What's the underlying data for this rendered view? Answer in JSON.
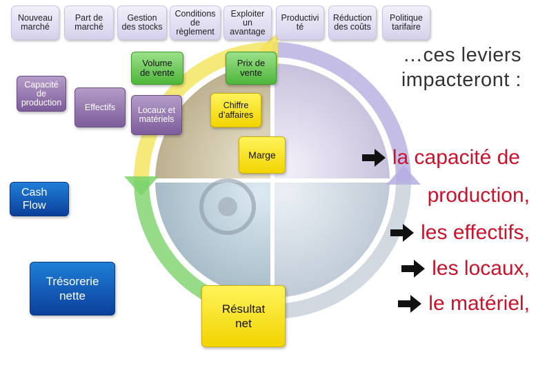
{
  "top_levers": [
    "Nouveau\nmarché",
    "Part de\nmarché",
    "Gestion\ndes stocks",
    "Conditions\nde\nrèglement",
    "Exploiter\nun\navantage",
    "Productivi\nté",
    "Réduction\ndes coûts",
    "Politique\ntarifaire"
  ],
  "levers_left": {
    "capacity": "Capacité\nde\nproduction",
    "staff": "Effectifs",
    "premises": "Locaux et\nmatériels"
  },
  "green_boxes": {
    "volume": "Volume\nde vente",
    "price": "Prix de\nvente"
  },
  "yellow_boxes": {
    "revenue": "Chiffre\nd’affaires",
    "margin": "Marge",
    "result": "Résultat\nnet"
  },
  "blue_boxes": {
    "cash_flow": "Cash\nFlow",
    "treasury": "Trésorerie\nnette"
  },
  "headline": "…ces leviers\nimpacteront :",
  "impacts": [
    "la capacité de",
    "production,",
    "les effectifs,",
    "les locaux,",
    "le matériel,"
  ]
}
